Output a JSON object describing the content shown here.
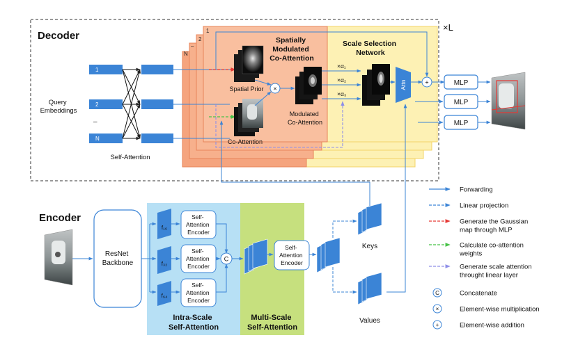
{
  "decoder": {
    "title": "Decoder",
    "repeat": "×L",
    "query_embeddings": [
      "Query",
      "Embeddings"
    ],
    "query_ids": [
      "1",
      "2",
      "N"
    ],
    "ellipsis": "–",
    "self_attention": "Self-Attention",
    "stack_ids": [
      "1",
      "2",
      "–",
      "N"
    ],
    "smca_title": [
      "Spatially",
      "Modulated",
      "Co-Attention"
    ],
    "scale_title": [
      "Scale Selection",
      "Network"
    ],
    "spatial_prior": "Spatial Prior",
    "co_attention": "Co-Attention",
    "modulated": [
      "Modulated",
      "Co-Attention"
    ],
    "alphas": [
      "×α₁",
      "×α₂",
      "×α₃"
    ],
    "attn": "Attn",
    "mlp": [
      "MLP",
      "MLP",
      "MLP"
    ]
  },
  "encoder": {
    "title": "Encoder",
    "backbone": [
      "ResNet",
      "Backbone"
    ],
    "features": [
      "f₁₆",
      "f₃₂",
      "f₆₄"
    ],
    "sa_encoder": [
      "Self-",
      "Attention",
      "Encoder"
    ],
    "concat": "C",
    "ms_encoder": [
      "Self-",
      "Attention",
      "Encoder"
    ],
    "intra_label": [
      "Intra-Scale",
      "Self-Attention"
    ],
    "multi_label": [
      "Multi-Scale",
      "Self-Attention"
    ],
    "keys": "Keys",
    "values": "Values"
  },
  "legend": [
    {
      "text": [
        "Forwarding"
      ],
      "color": "#3b84d6",
      "style": "solid"
    },
    {
      "text": [
        "Linear projection"
      ],
      "color": "#3b84d6",
      "style": "dashed"
    },
    {
      "text": [
        "Generate the Gaussian",
        "map through MLP"
      ],
      "color": "#e53935",
      "style": "dashed"
    },
    {
      "text": [
        "Calculate co-attention",
        "weights"
      ],
      "color": "#47c247",
      "style": "dashed"
    },
    {
      "text": [
        "Generate scale attention",
        "throught linear layer"
      ],
      "color": "#8f8fe8",
      "style": "dashed"
    },
    {
      "text": [
        "Concatenate"
      ],
      "symbol": "C"
    },
    {
      "text": [
        "Element-wise multiplication"
      ],
      "symbol": "×"
    },
    {
      "text": [
        "Element-wise addition"
      ],
      "symbol": "+"
    }
  ],
  "colors": {
    "blue": "#3b84d6",
    "blue_light": "#5b9be6",
    "salmon": "#f4a47f",
    "yellow": "#fdf1b4",
    "sky": "#b7e0f5",
    "green": "#c6e07e"
  }
}
